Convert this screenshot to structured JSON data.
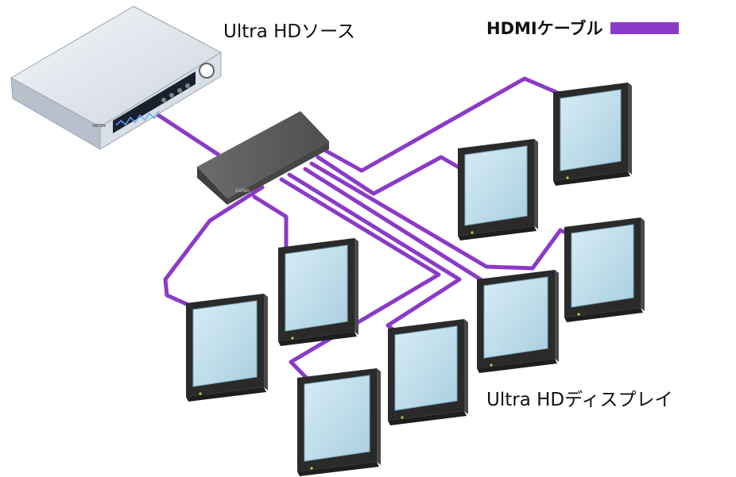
{
  "labels": {
    "source": "Ultra HDソース",
    "displays": "Ultra HDディスプレイ"
  },
  "legend": {
    "cable_label": "HDMIケーブル",
    "cable_color": "#8b3ac8"
  },
  "device_badges": {
    "source_brand": "GEFEN",
    "splitter_brand": "Gefen"
  },
  "colors": {
    "cable": "#8b3ac8",
    "screen": "#bcdcea",
    "bezel": "#2a2a2a",
    "splitter": "#5a5a5a",
    "source_body": "#e2e8f0"
  }
}
